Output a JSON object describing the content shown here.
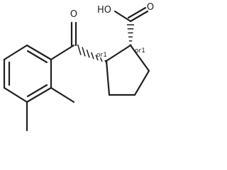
{
  "structure": {
    "atoms": {
      "hydroxyl": "HO",
      "acid_oxygen": "O",
      "ketone_oxygen": "O"
    },
    "stereo_labels": {
      "ketone_center": "or1",
      "acid_center": "or1"
    }
  }
}
